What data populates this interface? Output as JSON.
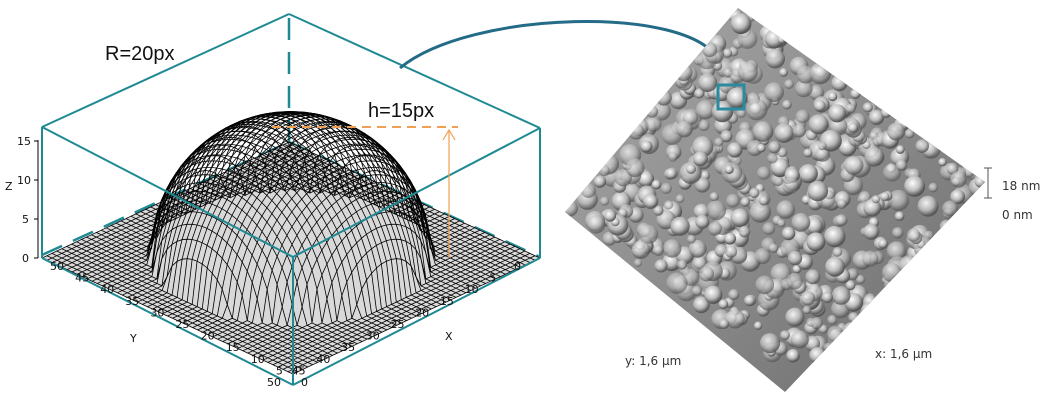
{
  "labels": {
    "radius": "R=20px",
    "height": "h=15px"
  },
  "axes": {
    "x_label": "X",
    "y_label": "Y",
    "z_label": "Z",
    "z_ticks": [
      "0",
      "5",
      "10",
      "15"
    ],
    "y_ticks": [
      "0",
      "5",
      "10",
      "15",
      "20",
      "25",
      "30",
      "35",
      "40",
      "45",
      "50"
    ],
    "x_ticks": [
      "0",
      "5",
      "10",
      "15",
      "20",
      "25",
      "30",
      "35",
      "40",
      "45",
      "50"
    ]
  },
  "afm": {
    "scale_top": "18 nm",
    "scale_bottom": "0 nm",
    "y_extent": "y: 1,6 µm",
    "x_extent": "x: 1,6 µm"
  },
  "colors": {
    "box": "#1f8a94",
    "connector": "#236b87",
    "height_marker": "#f0a050",
    "mesh": "#000000"
  }
}
